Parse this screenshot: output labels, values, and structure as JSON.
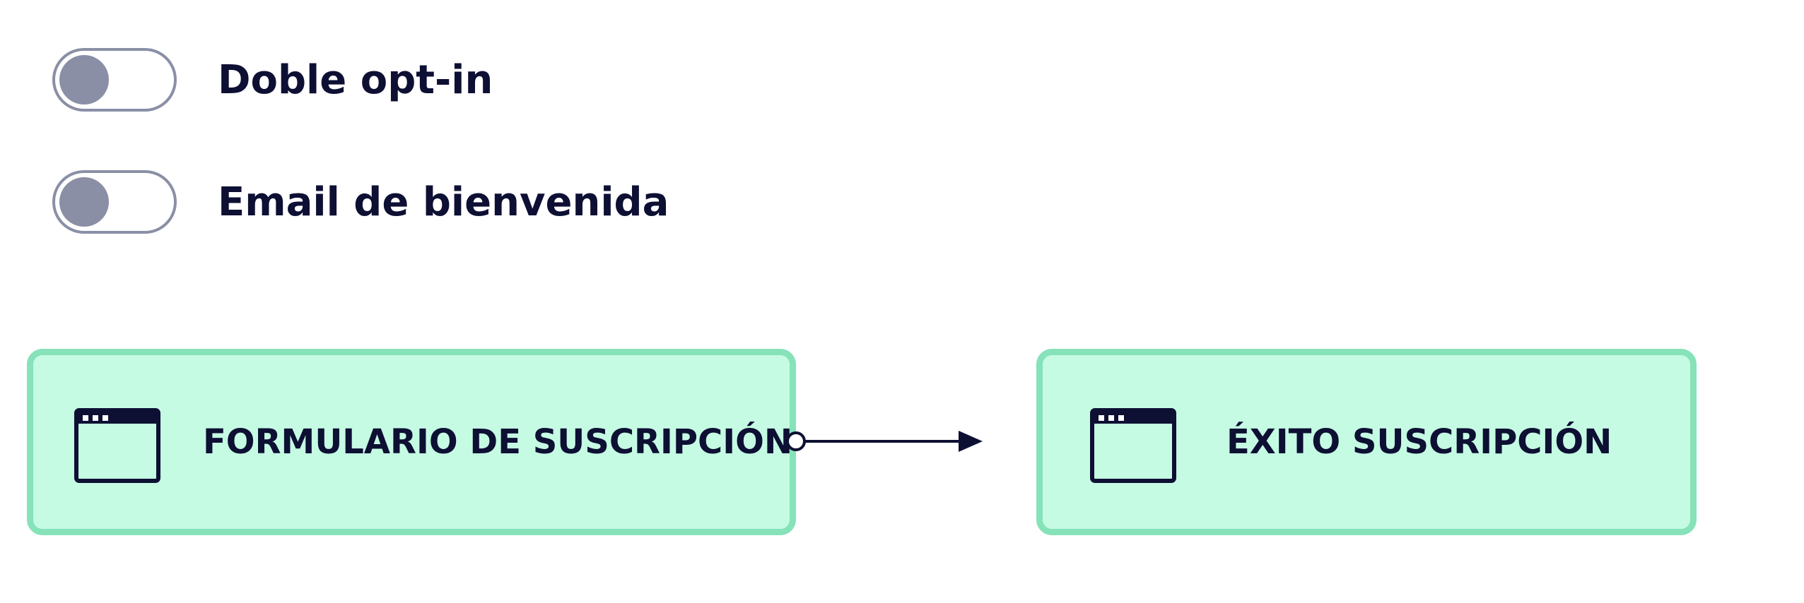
{
  "toggles": [
    {
      "label": "Doble opt-in",
      "state": "off"
    },
    {
      "label": "Email de bienvenida",
      "state": "off"
    }
  ],
  "flow": {
    "source": {
      "label": "FORMULARIO DE SUSCRIPCIÓN",
      "icon": "browser-window-icon"
    },
    "target": {
      "label": "ÉXITO SUSCRIPCIÓN",
      "icon": "browser-window-icon"
    },
    "connector": {
      "type": "arrow"
    }
  },
  "colors": {
    "text": "#0d0f33",
    "node_fill": "#c5fbe3",
    "node_border": "#86e2b9",
    "toggle_off": "#8a8fa6"
  }
}
